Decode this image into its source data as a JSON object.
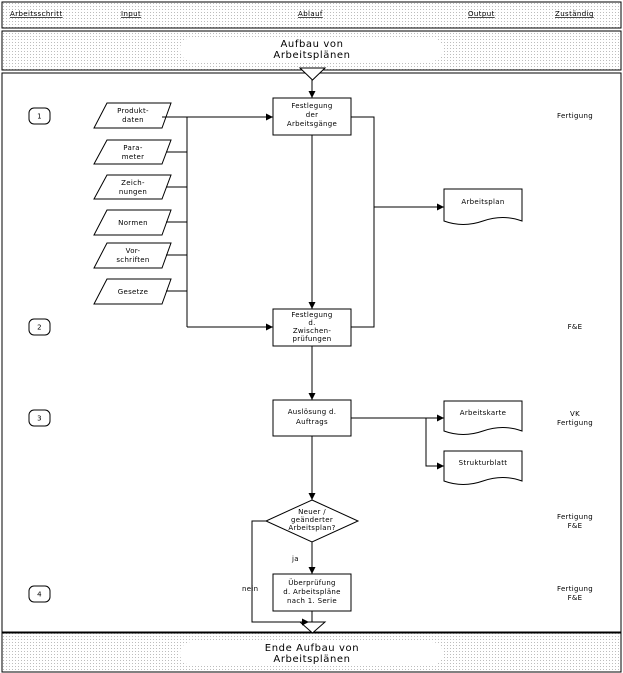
{
  "header": {
    "col_step": "Arbeitsschritt",
    "col_input": "Input",
    "col_process": "Ablauf",
    "col_output": "Output",
    "col_responsible": "Zuständig"
  },
  "start_terminal": [
    "Aufbau von",
    "Arbeitsplänen"
  ],
  "end_terminal": [
    "Ende Aufbau von",
    "Arbeitsplänen"
  ],
  "steps": [
    "1",
    "2",
    "3",
    "4"
  ],
  "inputs": [
    [
      "Produkt-",
      "daten"
    ],
    [
      "Para-",
      "meter"
    ],
    [
      "Zeich-",
      "nungen"
    ],
    [
      "Normen"
    ],
    [
      "Vor-",
      "schriften"
    ],
    [
      "Gesetze"
    ]
  ],
  "process": {
    "p1": [
      "Festlegung",
      "der",
      "Arbeitsgänge"
    ],
    "p2": [
      "Festlegung",
      "d.",
      "Zwischen-",
      "prüfungen"
    ],
    "p3": [
      "Auslösung d.",
      "Auftrags"
    ],
    "decision": [
      "Neuer /",
      "geänderter",
      "Arbeitsplan?"
    ],
    "p4": [
      "Überprüfung",
      "d. Arbeitspläne",
      "nach 1. Serie"
    ],
    "yes_label": "ja",
    "no_label": "nein"
  },
  "outputs": {
    "o1": "Arbeitsplan",
    "o2": "Arbeitskarte",
    "o3": "Strukturblatt"
  },
  "responsible": {
    "r1": [
      "Fertigung"
    ],
    "r2": [
      "F&E"
    ],
    "r3": [
      "VK",
      "Fertigung"
    ],
    "r4": [
      "Fertigung",
      "F&E"
    ],
    "r5": [
      "Fertigung",
      "F&E"
    ]
  }
}
